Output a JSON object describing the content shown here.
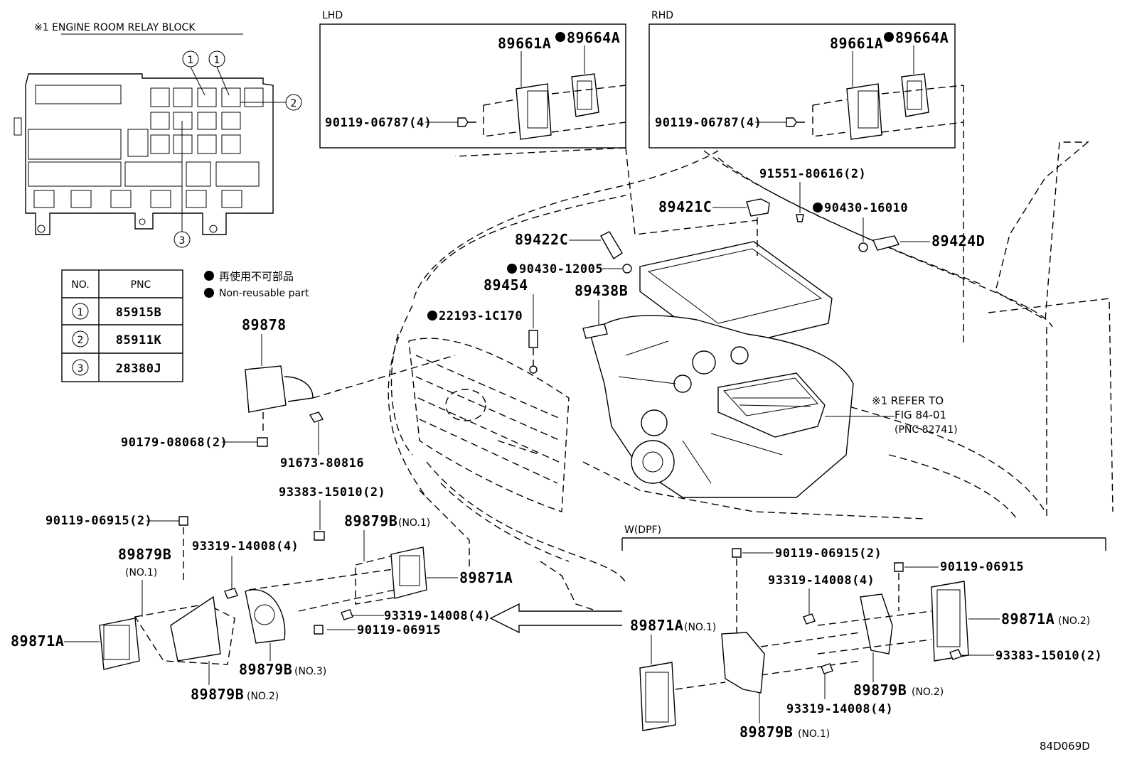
{
  "relay_block": {
    "title": "※1  ENGINE ROOM RELAY BLOCK",
    "callouts": [
      "1",
      "1",
      "2",
      "3"
    ]
  },
  "pnc_table": {
    "headers": [
      "NO.",
      "PNC"
    ],
    "rows": [
      {
        "no": "1",
        "pnc": "85915B"
      },
      {
        "no": "2",
        "pnc": "85911K"
      },
      {
        "no": "3",
        "pnc": "28380J"
      }
    ]
  },
  "legend": {
    "line1": "再使用不可部品",
    "line2": "Non-reusable part"
  },
  "lhd": {
    "label": "LHD",
    "parts": [
      "89661A",
      "89664A",
      "90119-06787(4)"
    ]
  },
  "rhd": {
    "label": "RHD",
    "parts": [
      "89661A",
      "89664A",
      "90119-06787(4)"
    ]
  },
  "wdpf": {
    "label": "W(DPF)"
  },
  "refer": {
    "line1": "※1 REFER  TO",
    "line2": "FIG 84-01",
    "line3": "(PNC 82741)"
  },
  "parts": {
    "p91551": "91551-80616(2)",
    "p89421C": "89421C",
    "p90430_16010": "90430-16010",
    "p89422C": "89422C",
    "p89424D": "89424D",
    "p90430_12005": "90430-12005",
    "p89454": "89454",
    "p89438B": "89438B",
    "p22193": "22193-1C170",
    "p89878": "89878",
    "p90179": "90179-08068(2)",
    "p91673": "91673-80816",
    "p93383a": "93383-15010(2)",
    "p90119_06915_2a": "90119-06915(2)",
    "p89879B_no1_top": "89879B",
    "p89879B_no1_top_sub": "(NO.1)",
    "p89879B_left": "89879B",
    "p89879B_left_sub": "(NO.1)",
    "p93319a": "93319-14008(4)",
    "p89871A_center": "89871A",
    "p89871A_left": "89871A",
    "p93319b": "93319-14008(4)",
    "p90119_06915a": "90119-06915",
    "p89879B_no3": "89879B",
    "p89879B_no3_sub": "(NO.3)",
    "p89879B_no2_left": "89879B",
    "p89879B_no2_left_sub": "(NO.2)",
    "r90119_06915_2": "90119-06915(2)",
    "r90119_06915": "90119-06915",
    "r93319a": "93319-14008(4)",
    "r89871A_no2": "89871A",
    "r89871A_no2_sub": "(NO.2)",
    "r93383": "93383-15010(2)",
    "r89871A_no1": "89871A",
    "r89871A_no1_sub": "(NO.1)",
    "r89879B_no2": "89879B",
    "r89879B_no2_sub": "(NO.2)",
    "r93319b": "93319-14008(4)",
    "r89879B_no1": "89879B",
    "r89879B_no1_sub": "(NO.1)"
  },
  "figure_id": "84D069D"
}
